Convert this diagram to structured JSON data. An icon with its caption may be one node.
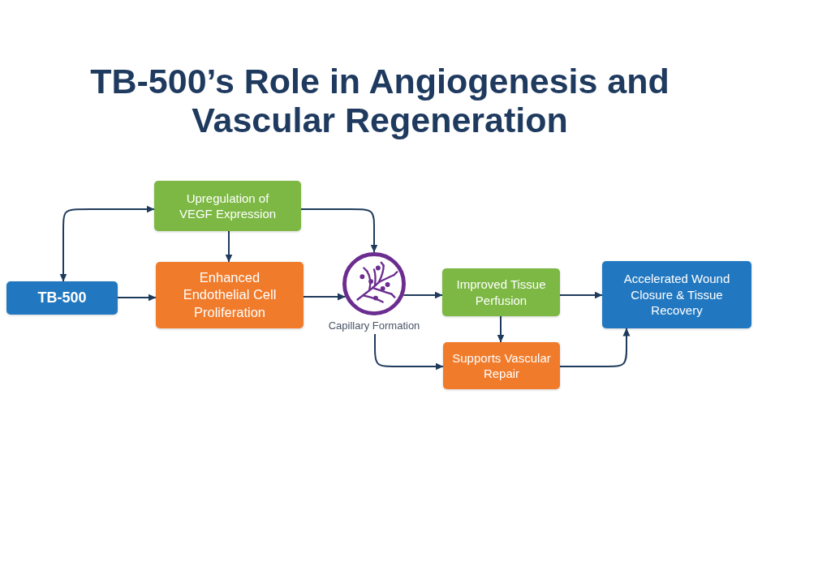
{
  "diagram": {
    "title": "TB-500’s Role in Angiogenesis and Vascular Regeneration",
    "nodes": [
      {
        "text": [
          "TB-500"
        ]
      },
      {
        "text": [
          "Upregulation of VEGF Expression"
        ]
      },
      {
        "text": [
          "Enhanced Endothelial Cell Proliferation"
        ]
      },
      {
        "text": [
          "Capillary Formation"
        ]
      },
      {
        "text": [
          "Improved Tissue Perfusion"
        ]
      },
      {
        "text": [
          "Supports Vascular Repair"
        ]
      },
      {
        "text": [
          "Accelerated Wound Closure & Tissue Recovery"
        ]
      }
    ],
    "edges": [
      {
        "from": 0,
        "to": 1,
        "arrow": "both"
      },
      {
        "from": 0,
        "to": 2,
        "arrow": "to"
      },
      {
        "from": 1,
        "to": 2,
        "arrow": "to"
      },
      {
        "from": 1,
        "to": 3,
        "arrow": "to"
      },
      {
        "from": 2,
        "to": 3,
        "arrow": "to"
      },
      {
        "from": 3,
        "to": 4,
        "arrow": "to"
      },
      {
        "from": 3,
        "to": 5,
        "arrow": "to"
      },
      {
        "from": 4,
        "to": 5,
        "arrow": "to"
      },
      {
        "from": 4,
        "to": 6,
        "arrow": "to"
      },
      {
        "from": 5,
        "to": 6,
        "arrow": "to"
      }
    ]
  }
}
